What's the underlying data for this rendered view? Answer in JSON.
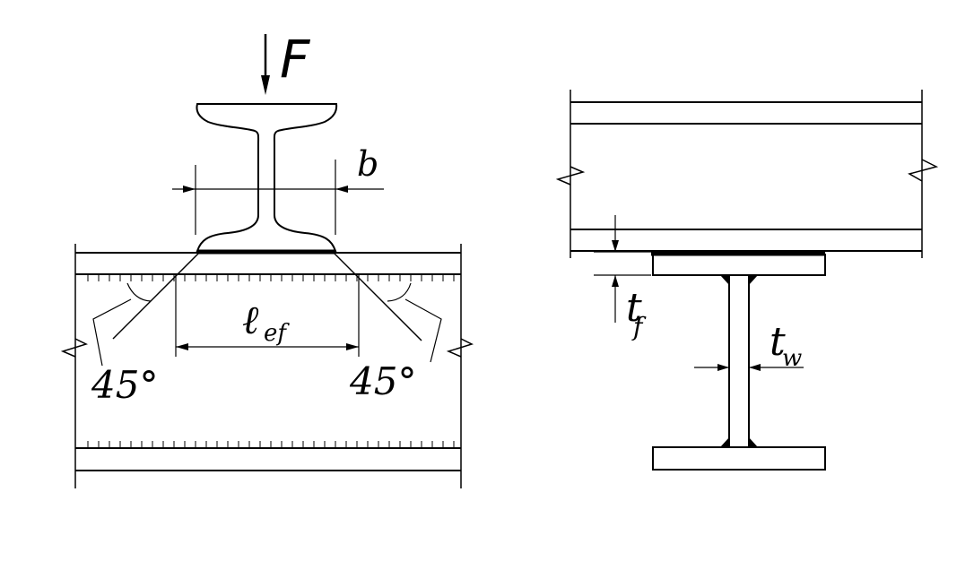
{
  "labels": {
    "force": "F",
    "rail_base_width": "b",
    "effective_length": "ℓ",
    "effective_length_sub": "ef",
    "angle_left": "45°",
    "angle_right": "45°",
    "flange_thickness": "t",
    "flange_thickness_sub": "f",
    "web_thickness": "t",
    "web_thickness_sub": "w"
  },
  "colors": {
    "ink": "#000000",
    "background": "#ffffff"
  }
}
